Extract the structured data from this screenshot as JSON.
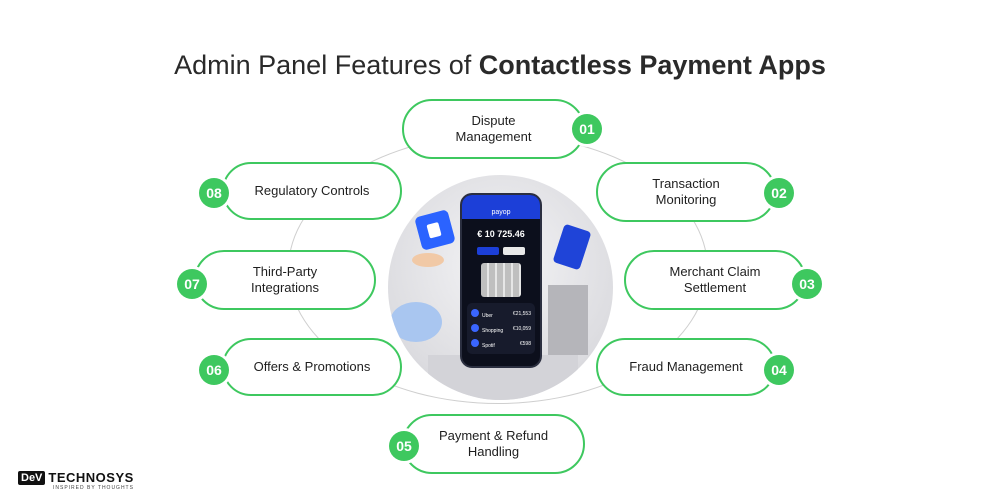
{
  "title": {
    "regular": "Admin Panel Features of ",
    "bold": "Contactless Payment Apps"
  },
  "features": [
    {
      "number": "01",
      "label": "Dispute\nManagement"
    },
    {
      "number": "02",
      "label": "Transaction\nMonitoring"
    },
    {
      "number": "03",
      "label": "Merchant Claim\nSettlement"
    },
    {
      "number": "04",
      "label": "Fraud Management"
    },
    {
      "number": "05",
      "label": "Payment & Refund\nHandling"
    },
    {
      "number": "06",
      "label": "Offers & Promotions"
    },
    {
      "number": "07",
      "label": "Third-Party\nIntegrations"
    },
    {
      "number": "08",
      "label": "Regulatory Controls"
    }
  ],
  "phone": {
    "app_name": "payop",
    "balance": "€ 10 725.46",
    "transactions": [
      {
        "name": "Uber",
        "amount": "€21,553"
      },
      {
        "name": "Shopping",
        "amount": "€10,059"
      },
      {
        "name": "Spotif",
        "amount": "€598"
      }
    ]
  },
  "brand": {
    "mark": "DeV",
    "name": "TECHNOSYS",
    "tagline": "INSPIRED BY THOUGHTS"
  },
  "colors": {
    "accent": "#3ec85f",
    "phone_blue": "#1c3fd8"
  }
}
